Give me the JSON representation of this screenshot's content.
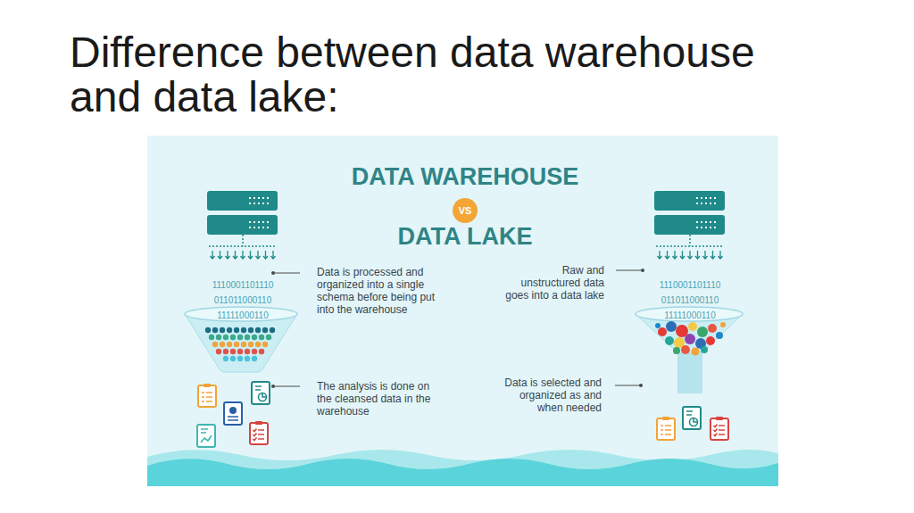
{
  "diagram": {
    "title": "Difference between data warehouse and data lake:",
    "nodes": [
      {
        "text": [
          "VS"
        ]
      }
    ],
    "labels": [
      "DATA WAREHOUSE",
      "DATA LAKE",
      "1110001101110",
      "011011000110",
      "11111000110",
      "Data is processed and organized into a single schema before being put into the warehouse",
      "Raw and unstructured data goes into a data lake",
      "1110001101110",
      "011011000110",
      "11111000110",
      "The analysis is done on the cleansed data in the warehouse",
      "Data is selected and organized as and when needed"
    ]
  }
}
